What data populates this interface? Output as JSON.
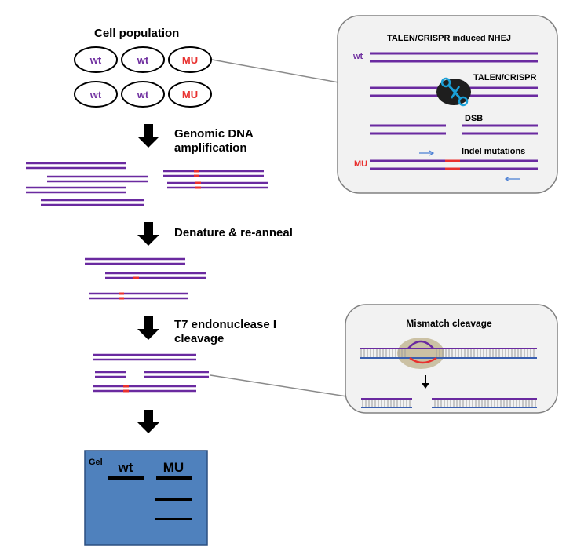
{
  "colors": {
    "dna_strand": "#6a2aa0",
    "mutation": "#e8302e",
    "wt_text": "#7030a0",
    "mu_text": "#e8302e",
    "arrow": "#000000",
    "callout_bg": "#f2f2f2",
    "callout_border": "#808080",
    "gel_bg": "#4f81bd",
    "gel_band": "#000000",
    "primer_arrow": "#4a7fd4",
    "enzyme": "#1e1e1e",
    "enzyme_accent": "#1aa0d8",
    "bubble": "#c4b896"
  },
  "cells": {
    "title": "Cell population",
    "labels": [
      "wt",
      "wt",
      "MU",
      "wt",
      "wt",
      "MU"
    ]
  },
  "steps": {
    "amplification_line1": "Genomic DNA",
    "amplification_line2": "amplification",
    "denature": "Denature & re-anneal",
    "t7_line1": "T7 endonuclease I",
    "t7_line2": "cleavage"
  },
  "nhej_callout": {
    "title": "TALEN/CRISPR induced NHEJ",
    "wt_label": "wt",
    "nuclease_label": "TALEN/CRISPR",
    "dsb_label": "DSB",
    "indel_label": "Indel mutations",
    "mu_label": "MU"
  },
  "mismatch_callout": {
    "title": "Mismatch cleavage"
  },
  "gel": {
    "label": "Gel",
    "lane_wt": "wt",
    "lane_mu": "MU",
    "icon": "gel-band-pattern"
  }
}
